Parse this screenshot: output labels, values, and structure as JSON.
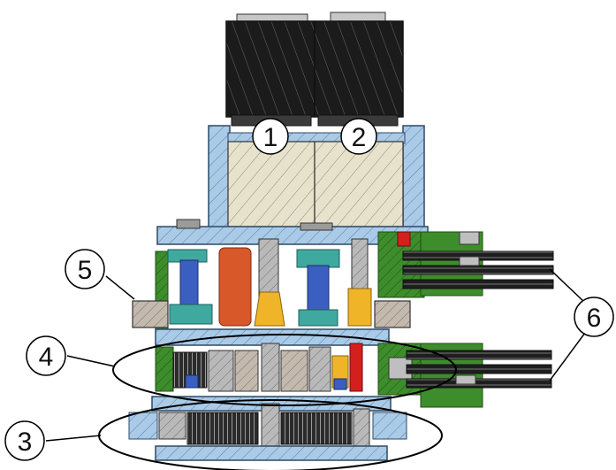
{
  "labels": {
    "l1": "1",
    "l2": "2",
    "l3": "3",
    "l4": "4",
    "l5": "5",
    "l6": "6"
  },
  "colors": {
    "housing_blue": "#a9cbe8",
    "motor_black": "#1b1b1b",
    "winding_cream": "#e6e2cc",
    "shaft_gray": "#a8a8a8",
    "bolt_blue": "#3a5fc0",
    "teal": "#3fa9a0",
    "orange_roller": "#d8582a",
    "yellow_part": "#f0b428",
    "green_part": "#3e8d2c",
    "gear_dark": "#2b2b2b",
    "red_part": "#d41f1f"
  }
}
